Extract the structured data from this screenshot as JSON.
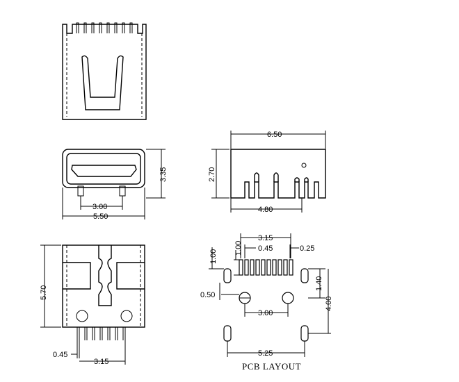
{
  "dimensions": {
    "front_width": "5.50",
    "front_pitch": "3.00",
    "front_height": "3.35",
    "side_width": "6.50",
    "side_height": "2.70",
    "side_offset": "4.80",
    "bottom_height": "5.70",
    "bottom_pin_pitch": "0.45",
    "bottom_pin_span": "3.15",
    "pcb_pin_span": "3.15",
    "pcb_pad_length": "1.00",
    "pcb_pad_pitch": "0.45",
    "pcb_pad_width": "0.25",
    "pcb_tab_height": "1.00",
    "pcb_tab_width": "0.50",
    "pcb_slot_height": "1.40",
    "pcb_vertical": "4.00",
    "pcb_hole_pitch": "3.00",
    "pcb_slot_span": "5.25"
  },
  "labels": {
    "pcb_layout": "PCB LAYOUT"
  }
}
